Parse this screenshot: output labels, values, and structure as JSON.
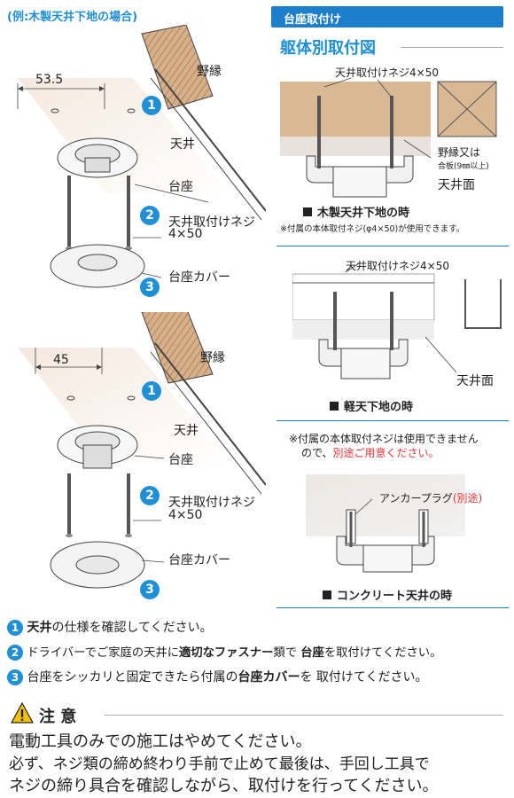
{
  "left": {
    "example_title": "(例:木製天井下地の場合)",
    "top_diagram": {
      "dimension": "53.5",
      "labels": {
        "noberi": "野縁",
        "ceiling": "天井",
        "base": "台座",
        "screw": "天井取付けネジ",
        "screw_size": "4×50",
        "cover": "台座カバー"
      },
      "markers": [
        "1",
        "2",
        "3"
      ]
    },
    "bottom_diagram": {
      "dimension": "45",
      "labels": {
        "noberi": "野縁",
        "ceiling": "天井",
        "base": "台座",
        "screw": "天井取付けネジ",
        "screw_size": "4×50",
        "cover": "台座カバー"
      },
      "markers": [
        "1",
        "2",
        "3"
      ]
    }
  },
  "right": {
    "section_title": "台座取付け",
    "subheading": "躯体別取付図",
    "wood": {
      "screw_label": "天井取付けネジ4×50",
      "noberi_label": "野縁又は",
      "board_label": "合板(9㎜以上)",
      "ceiling_face": "天井面",
      "caption": "木製天井下地の時",
      "note": "※付属の本体取付ネジ(φ4×50)が使用できます。"
    },
    "light_steel": {
      "screw_label": "天井取付けネジ4×50",
      "ceiling_face": "天井面",
      "caption": "軽天下地の時",
      "note_line1": "※付属の本体取付ネジは使用できません",
      "note_line2_pre": "ので、",
      "note_line2_red": "別途ご用意ください。"
    },
    "concrete": {
      "anchor_label": "アンカープラグ",
      "anchor_red": "(別途)",
      "caption": "コンクリート天井の時"
    }
  },
  "steps": [
    {
      "num": "1",
      "bold1": "天井",
      "text1": "の仕様を確認してください。"
    },
    {
      "num": "2",
      "text0": "ドライバーでご家庭の天井に",
      "bold1": "適切なファスナー",
      "text1": "類で ",
      "bold2": "台座",
      "text2": "を取付けてください。"
    },
    {
      "num": "3",
      "text0": "台座をシッカリと固定できたら付属の",
      "bold1": "台座カバー",
      "text1": "を 取付けてください。"
    }
  ],
  "caution": {
    "title": "注 意",
    "line1": "電動工具のみでの施工はやめてください。",
    "line2": "必ず、ネジ類の締め終わり手前で止めて最後は、手回し工具で",
    "line3": "ネジの締り具合を確認しながら、取付けを行ってください。"
  },
  "colors": {
    "accent": "#1d7fcb",
    "wood": "#d9b894",
    "warning": "#f2c200",
    "red": "#e33333"
  }
}
